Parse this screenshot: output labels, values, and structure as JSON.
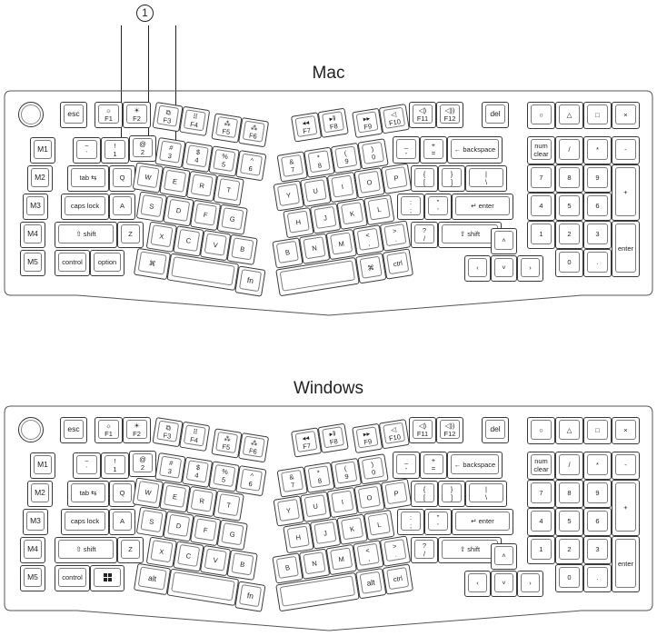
{
  "callout": {
    "number": "1"
  },
  "keyboards": [
    {
      "title": "Mac",
      "keys": {
        "esc": "esc",
        "f1": [
          "☼",
          "F1"
        ],
        "f2": [
          "☀",
          "F2"
        ],
        "f3": [
          "⧉",
          "F3"
        ],
        "f4": [
          "⠿",
          "F4"
        ],
        "f5": [
          "⁂",
          "F5"
        ],
        "f6": [
          "⁂",
          "F6"
        ],
        "f7": [
          "◂◂",
          "F7"
        ],
        "f8": [
          "▸ǁ",
          "F8"
        ],
        "f9": [
          "▸▸",
          "F9"
        ],
        "f10": [
          "◁",
          "F10"
        ],
        "f11": [
          "◁)",
          "F11"
        ],
        "f12": [
          "◁))",
          "F12"
        ],
        "del": "del",
        "m1": "M1",
        "m2": "M2",
        "m3": "M3",
        "m4": "M4",
        "m5": "M5",
        "grave": [
          "~",
          "`"
        ],
        "k1": [
          "!",
          "1"
        ],
        "k2": [
          "@",
          "2"
        ],
        "k3": [
          "#",
          "3"
        ],
        "k4": [
          "$",
          "4"
        ],
        "k5": [
          "%",
          "5"
        ],
        "k6": [
          "^",
          "6"
        ],
        "k7": [
          "&",
          "7"
        ],
        "k8": [
          "*",
          "8"
        ],
        "k9": [
          "(",
          "9"
        ],
        "k0": [
          ")",
          "0"
        ],
        "minus": [
          "_",
          "-"
        ],
        "equal": [
          "+",
          "="
        ],
        "backspace": "← backspace",
        "tab": "tab ⇆",
        "q": "Q",
        "w": "W",
        "e": "E",
        "r": "R",
        "t": "T",
        "y": "Y",
        "u": "U",
        "i": "I",
        "o": "O",
        "p": "P",
        "lbracket": [
          "{",
          "["
        ],
        "rbracket": [
          "}",
          "]"
        ],
        "backslash": [
          "|",
          "\\"
        ],
        "caps": "caps lock",
        "a": "A",
        "s": "S",
        "d": "D",
        "f": "F",
        "g": "G",
        "h": "H",
        "j": "J",
        "k": "K",
        "l": "L",
        "semicolon": [
          ":",
          ";"
        ],
        "quote": [
          "\"",
          "'"
        ],
        "enter": "↵ enter",
        "lshift": "⇧ shift",
        "z": "Z",
        "x": "X",
        "c": "C",
        "v": "V",
        "b": "B",
        "b2": "B",
        "n": "N",
        "m": "M",
        "comma": [
          "<",
          ","
        ],
        "period": [
          ">",
          "."
        ],
        "slash": [
          "?",
          "/"
        ],
        "rshift": "⇧ shift",
        "control": "control",
        "option": "option",
        "lmod": "⌘",
        "lspace": "",
        "fn": "fn",
        "rspace": "",
        "rmod": "⌘",
        "ctrl": "ctrl",
        "up": "˄",
        "left": "‹",
        "down": "˅",
        "right": "›",
        "circle": "○",
        "triangle": "△",
        "square": "□",
        "cross": "×",
        "numclear": [
          "num",
          "clear"
        ],
        "npslash": "/",
        "npstar": "*",
        "npminus": "-",
        "np7": "7",
        "np8": "8",
        "np9": "9",
        "npplus": "+",
        "np4": "4",
        "np5": "5",
        "np6": "6",
        "np1": "1",
        "np2": "2",
        "np3": "3",
        "npenter": "enter",
        "np0": "0",
        "npdot": "."
      }
    },
    {
      "title": "Windows",
      "keys": {
        "esc": "esc",
        "f1": [
          "☼",
          "F1"
        ],
        "f2": [
          "☀",
          "F2"
        ],
        "f3": [
          "⧉",
          "F3"
        ],
        "f4": [
          "⠿",
          "F4"
        ],
        "f5": [
          "⁂",
          "F5"
        ],
        "f6": [
          "⁂",
          "F6"
        ],
        "f7": [
          "◂◂",
          "F7"
        ],
        "f8": [
          "▸ǁ",
          "F8"
        ],
        "f9": [
          "▸▸",
          "F9"
        ],
        "f10": [
          "◁",
          "F10"
        ],
        "f11": [
          "◁)",
          "F11"
        ],
        "f12": [
          "◁))",
          "F12"
        ],
        "del": "del",
        "m1": "M1",
        "m2": "M2",
        "m3": "M3",
        "m4": "M4",
        "m5": "M5",
        "grave": [
          "~",
          "`"
        ],
        "k1": [
          "!",
          "1"
        ],
        "k2": [
          "@",
          "2"
        ],
        "k3": [
          "#",
          "3"
        ],
        "k4": [
          "$",
          "4"
        ],
        "k5": [
          "%",
          "5"
        ],
        "k6": [
          "^",
          "6"
        ],
        "k7": [
          "&",
          "7"
        ],
        "k8": [
          "*",
          "8"
        ],
        "k9": [
          "(",
          "9"
        ],
        "k0": [
          ")",
          "0"
        ],
        "minus": [
          "_",
          "-"
        ],
        "equal": [
          "+",
          "="
        ],
        "backspace": "← backspace",
        "tab": "tab ⇆",
        "q": "Q",
        "w": "W",
        "e": "E",
        "r": "R",
        "t": "T",
        "y": "Y",
        "u": "U",
        "i": "I",
        "o": "O",
        "p": "P",
        "lbracket": [
          "{",
          "["
        ],
        "rbracket": [
          "}",
          "]"
        ],
        "backslash": [
          "|",
          "\\"
        ],
        "caps": "caps lock",
        "a": "A",
        "s": "S",
        "d": "D",
        "f": "F",
        "g": "G",
        "h": "H",
        "j": "J",
        "k": "K",
        "l": "L",
        "semicolon": [
          ":",
          ";"
        ],
        "quote": [
          "\"",
          "'"
        ],
        "enter": "↵ enter",
        "lshift": "⇧ shift",
        "z": "Z",
        "x": "X",
        "c": "C",
        "v": "V",
        "b": "B",
        "b2": "B",
        "n": "N",
        "m": "M",
        "comma": [
          "<",
          ","
        ],
        "period": [
          ">",
          "."
        ],
        "slash": [
          "?",
          "/"
        ],
        "rshift": "⇧ shift",
        "control": "control",
        "option": {
          "icon": "windows-logo-icon"
        },
        "lmod": "alt",
        "lspace": "",
        "fn": "fn",
        "rspace": "",
        "rmod": "alt",
        "ctrl": "ctrl",
        "up": "˄",
        "left": "‹",
        "down": "˅",
        "right": "›",
        "circle": "○",
        "triangle": "△",
        "square": "□",
        "cross": "×",
        "numclear": [
          "num",
          "clear"
        ],
        "npslash": "/",
        "npstar": "*",
        "npminus": "-",
        "np7": "7",
        "np8": "8",
        "np9": "9",
        "npplus": "+",
        "np4": "4",
        "np5": "5",
        "np6": "6",
        "np1": "1",
        "np2": "2",
        "np3": "3",
        "npenter": "enter",
        "np0": "0",
        "npdot": "."
      }
    }
  ]
}
